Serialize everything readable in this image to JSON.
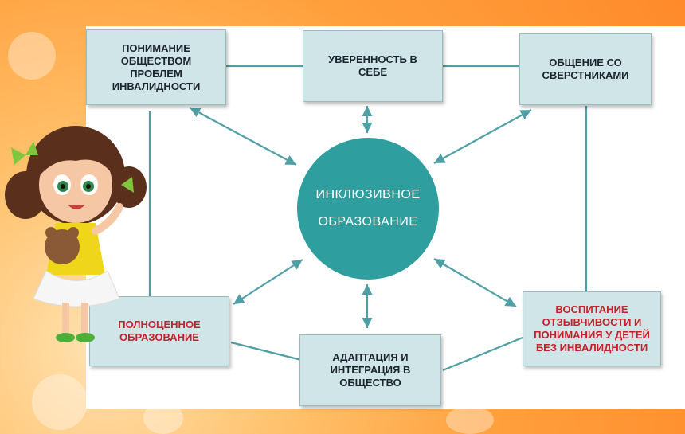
{
  "diagram": {
    "center": {
      "line1": "ИНКЛЮЗИВНОЕ",
      "line2": "ОБРАЗОВАНИЕ"
    },
    "boxes": {
      "top_left": "ПОНИМАНИЕ\nОБЩЕСТВОМ\nПРОБЛЕМ\nИНВАЛИДНОСТИ",
      "top_center": "УВЕРЕННОСТЬ В\nСЕБЕ",
      "top_right": "ОБЩЕНИЕ СО\nСВЕРСТНИКАМИ",
      "bottom_left": "ПОЛНОЦЕННОЕ\nОБРАЗОВАНИЕ",
      "bottom_center": "АДАПТАЦИЯ И\nИНТЕГРАЦИЯ В\nОБЩЕСТВО",
      "bottom_right": "ВОСПИТАНИЕ\nОТЗЫВЧИВОСТИ И\nПОНИМАНИЯ У ДЕТЕЙ\nБЕЗ ИНВАЛИДНОСТИ"
    },
    "colors": {
      "box_fill": "#cfe5e7",
      "center_fill": "#2e9e9e",
      "arrow": "#4f9fa6",
      "highlight_text": "#c7202b"
    }
  }
}
